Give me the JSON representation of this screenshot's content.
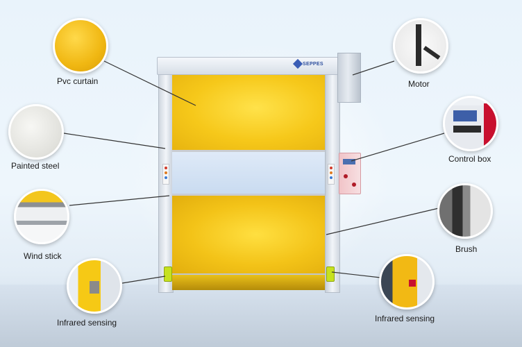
{
  "brand": {
    "logo_text": "SEPPES"
  },
  "callouts": {
    "pvc_curtain": "Pvc curtain",
    "painted_steel": "Painted steel",
    "wind_stick": "Wind stick",
    "infrared_left": "Infrared sensing",
    "motor": "Motor",
    "control_box": "Control box",
    "brush": "Brush",
    "infrared_right": "Infrared sensing"
  },
  "colors": {
    "curtain": "#f6c81a",
    "frame": "#d7dee7",
    "window": "#c9dbf0",
    "sensor": "#c6e11f",
    "control_box": "#f1c4c8"
  }
}
